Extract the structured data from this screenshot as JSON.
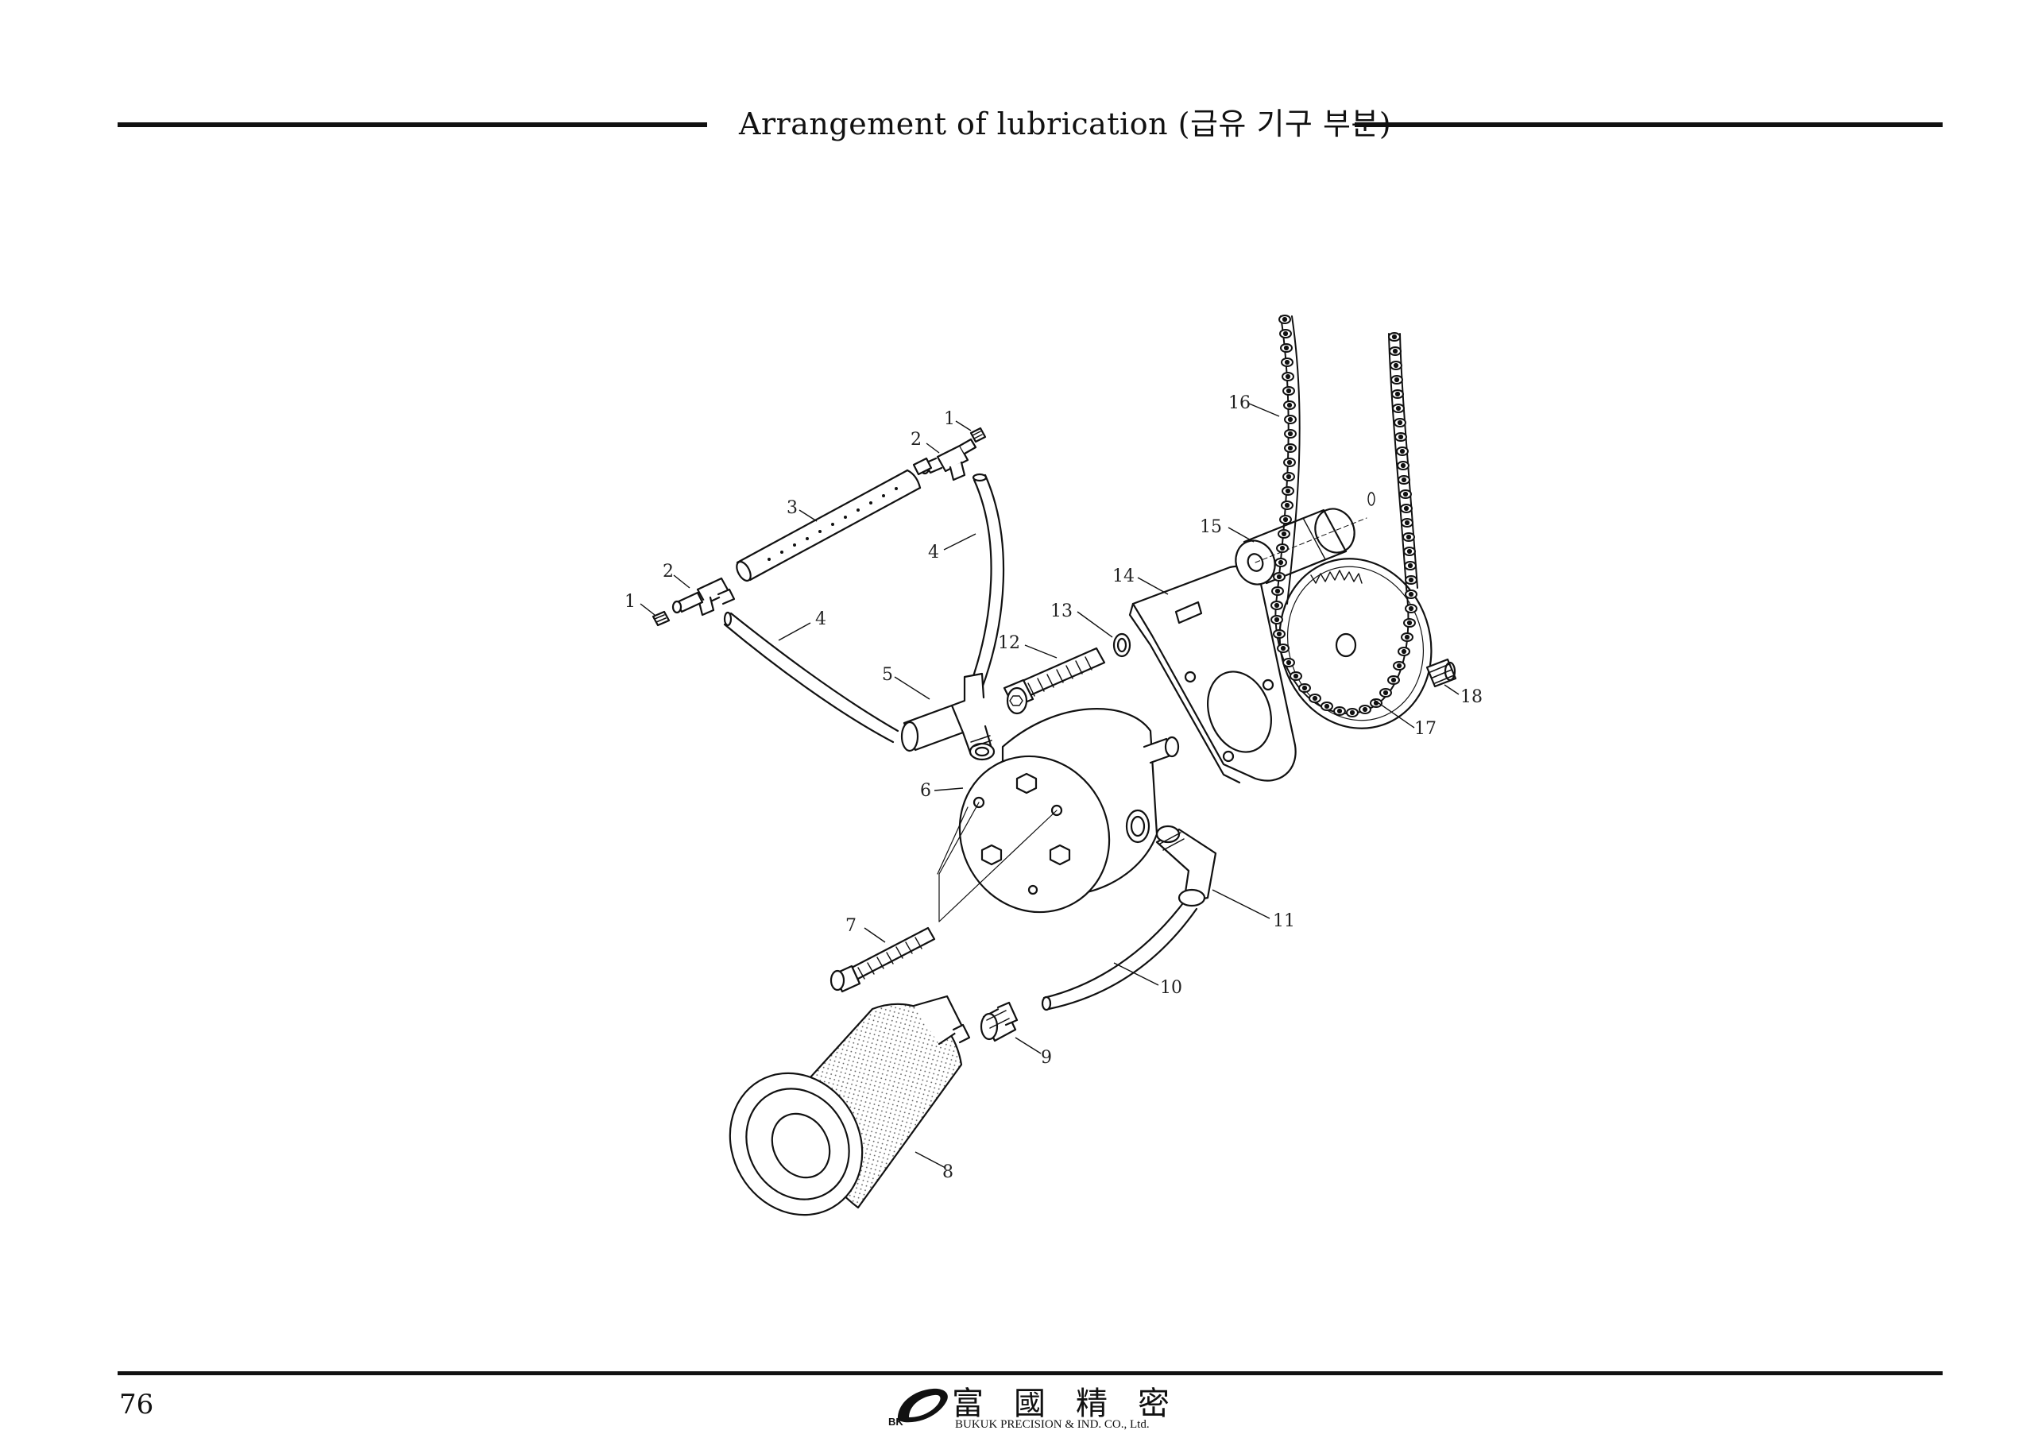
{
  "header": {
    "title": "Arrangement of lubrication (급유 기구 부분)"
  },
  "diagram": {
    "callouts": [
      "1",
      "2",
      "3",
      "4",
      "4",
      "2",
      "1",
      "5",
      "6",
      "7",
      "8",
      "9",
      "10",
      "11",
      "12",
      "13",
      "14",
      "15",
      "16",
      "17",
      "18"
    ]
  },
  "footer": {
    "page_number": "76",
    "logo_mark": "BK",
    "company_han": "富國精密",
    "company_name": "BUKUK PRECISION & IND. CO., Ltd."
  }
}
